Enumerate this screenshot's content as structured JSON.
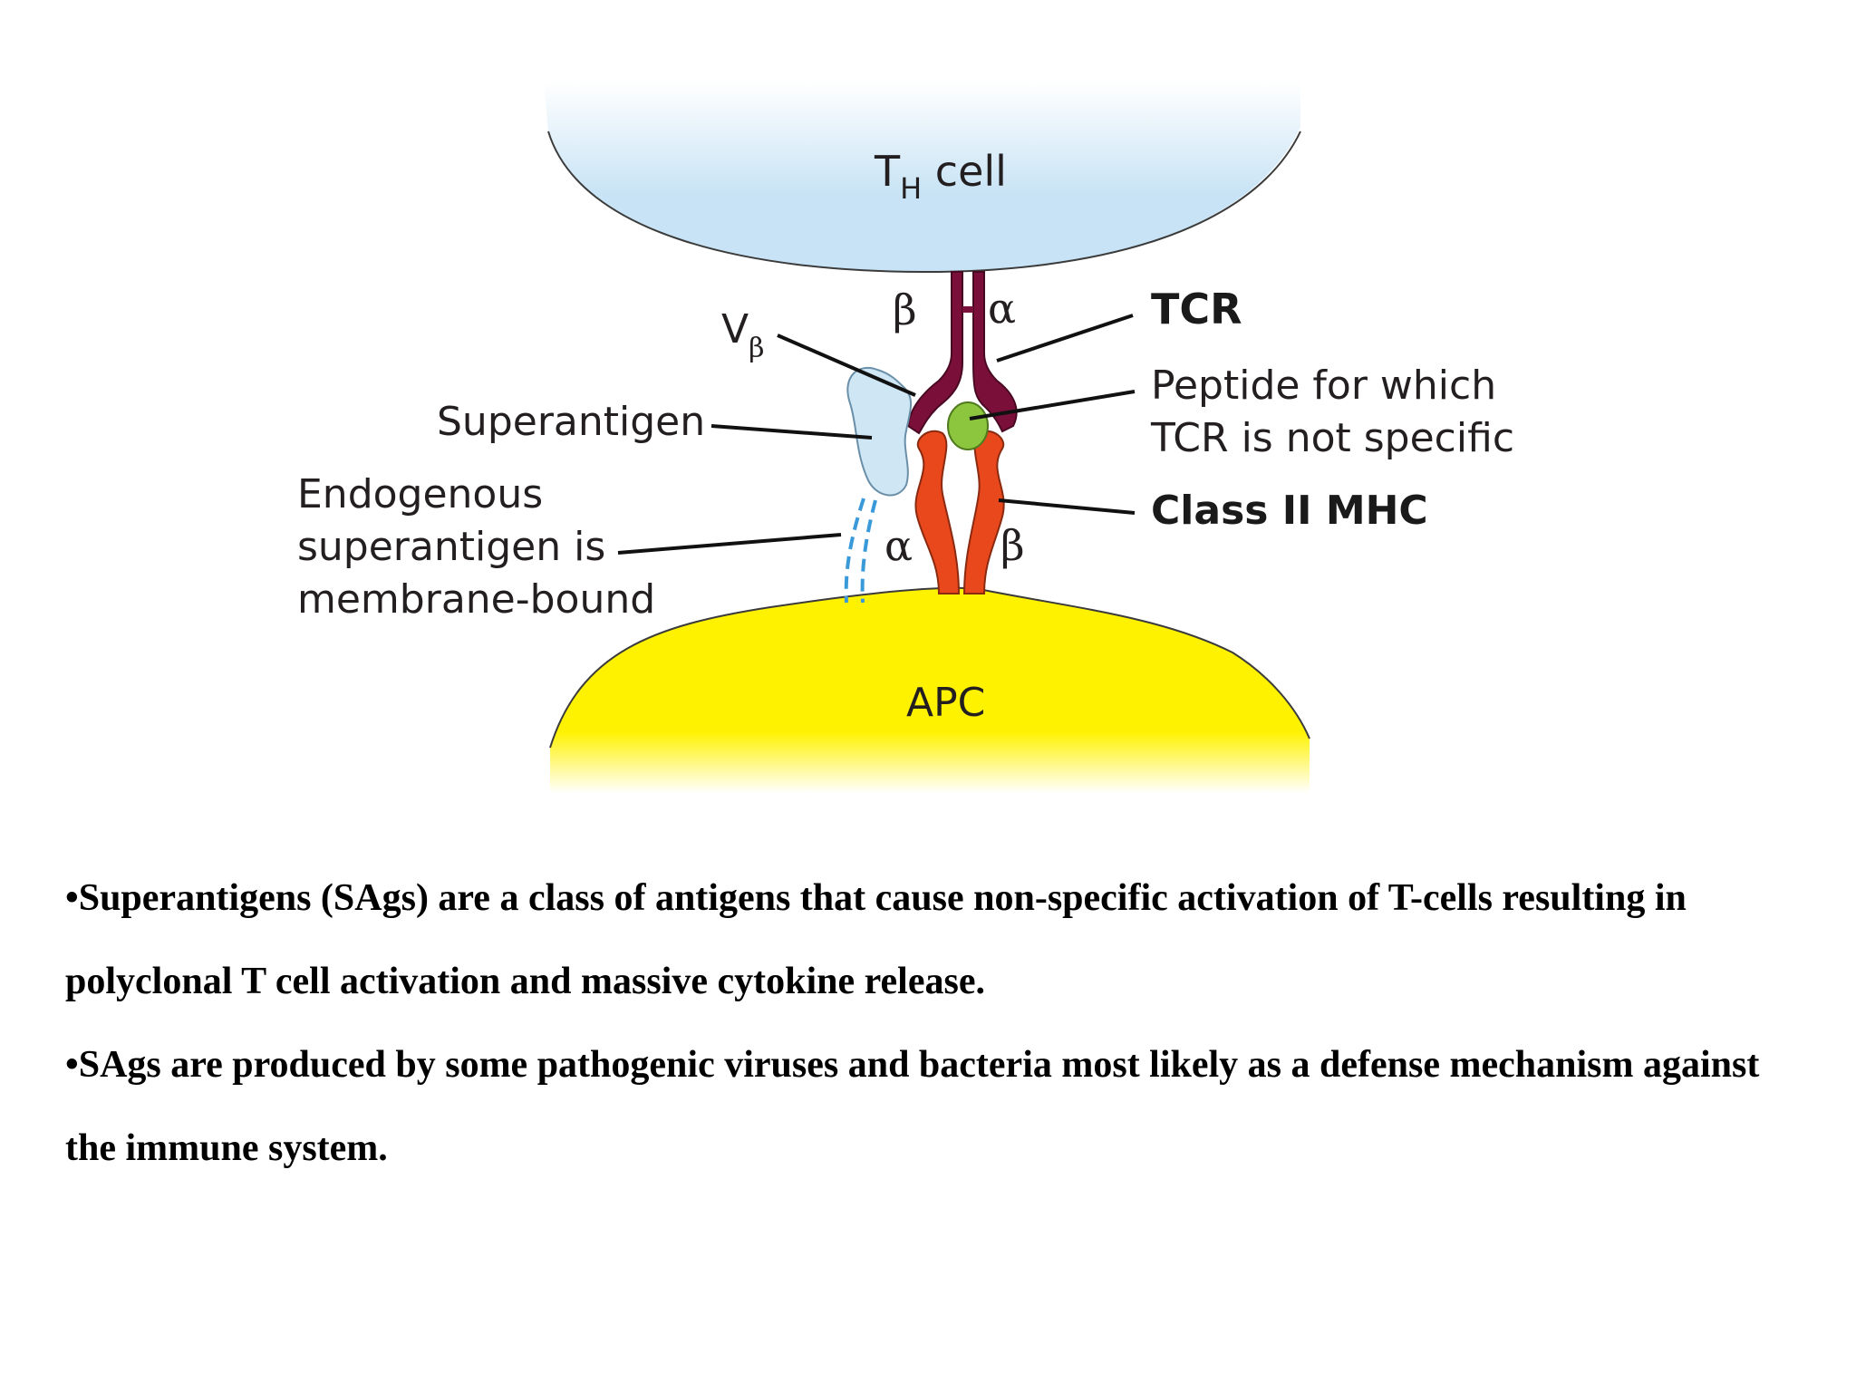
{
  "diagram": {
    "th_cell_label": {
      "main": "T",
      "sub": "H",
      "rest": " cell"
    },
    "apc_label": "APC",
    "tcr_label": "TCR",
    "tcr_beta": "β",
    "tcr_alpha": "α",
    "vbeta_label": {
      "main": "V",
      "sub": "β"
    },
    "superantigen_label": "Superantigen",
    "endogenous_label": [
      "Endogenous",
      "superantigen is",
      "membrane-bound"
    ],
    "peptide_label": [
      "Peptide for which",
      "TCR is not specific"
    ],
    "mhc_label": "Class II MHC",
    "mhc_alpha": "α",
    "mhc_beta": "β",
    "colors": {
      "th_cell": "#c7e3f5",
      "apc": "#fff200",
      "tcr": "#7a0f3a",
      "mhc": "#e8481c",
      "peptide": "#8cc63f",
      "superantigen": "#cfe6f5",
      "membrane_anchor": "#3a9ad9"
    }
  },
  "bullets": [
    "•Superantigens (SAgs) are a class of antigens that cause non-specific activation of T-cells resulting in polyclonal T cell activation and massive cytokine release.",
    "•SAgs are produced by some pathogenic viruses and bacteria most likely as a defense mechanism against the immune system."
  ]
}
